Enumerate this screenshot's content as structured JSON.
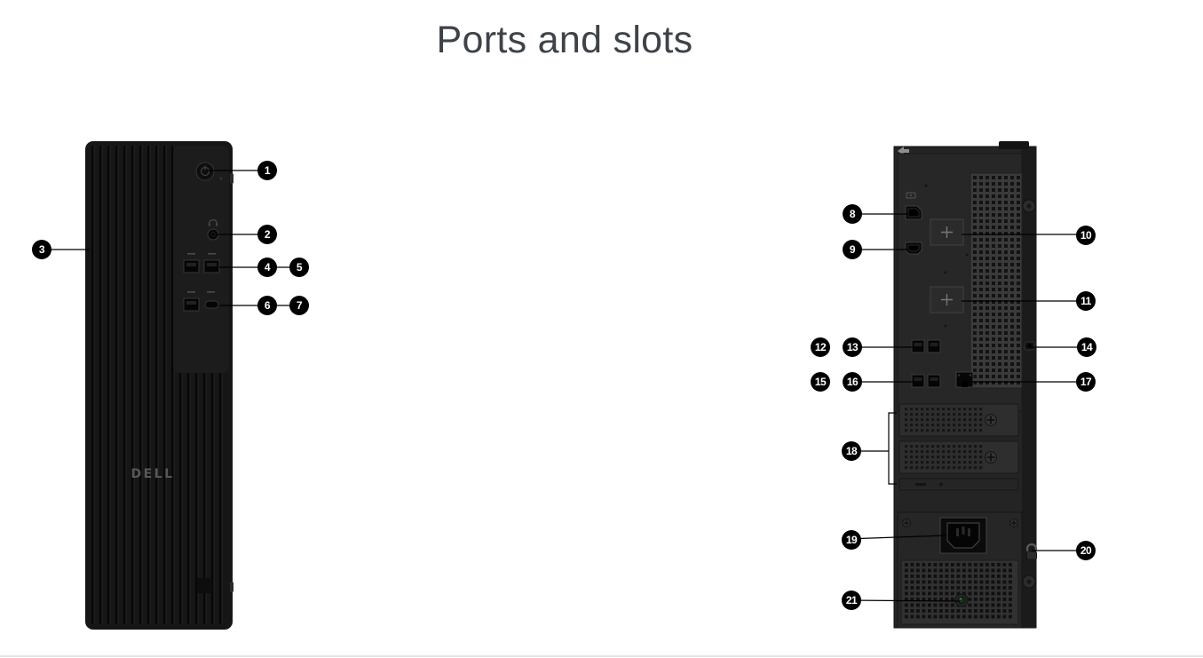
{
  "page": {
    "title": "Ports and slots"
  },
  "device": {
    "brand_logo": "DELL"
  },
  "callouts": [
    {
      "n": "1",
      "target": "power-button"
    },
    {
      "n": "2",
      "target": "headset-jack"
    },
    {
      "n": "3",
      "target": "front-chassis"
    },
    {
      "n": "4",
      "target": "usb-a-port"
    },
    {
      "n": "5",
      "target": "usb-a-port"
    },
    {
      "n": "6",
      "target": "usb-a-port"
    },
    {
      "n": "7",
      "target": "usb-c-port"
    },
    {
      "n": "8",
      "target": "displayport"
    },
    {
      "n": "9",
      "target": "hdmi-port"
    },
    {
      "n": "10",
      "target": "optional-port"
    },
    {
      "n": "11",
      "target": "optional-port"
    },
    {
      "n": "12",
      "target": "usb-a-port"
    },
    {
      "n": "13",
      "target": "usb-a-port"
    },
    {
      "n": "14",
      "target": "security-cable-slot"
    },
    {
      "n": "15",
      "target": "usb-a-port"
    },
    {
      "n": "16",
      "target": "usb-a-port"
    },
    {
      "n": "17",
      "target": "ethernet-port"
    },
    {
      "n": "18",
      "target": "expansion-slots"
    },
    {
      "n": "19",
      "target": "power-connector"
    },
    {
      "n": "20",
      "target": "padlock-ring"
    },
    {
      "n": "21",
      "target": "psu-diagnostic-light"
    }
  ]
}
